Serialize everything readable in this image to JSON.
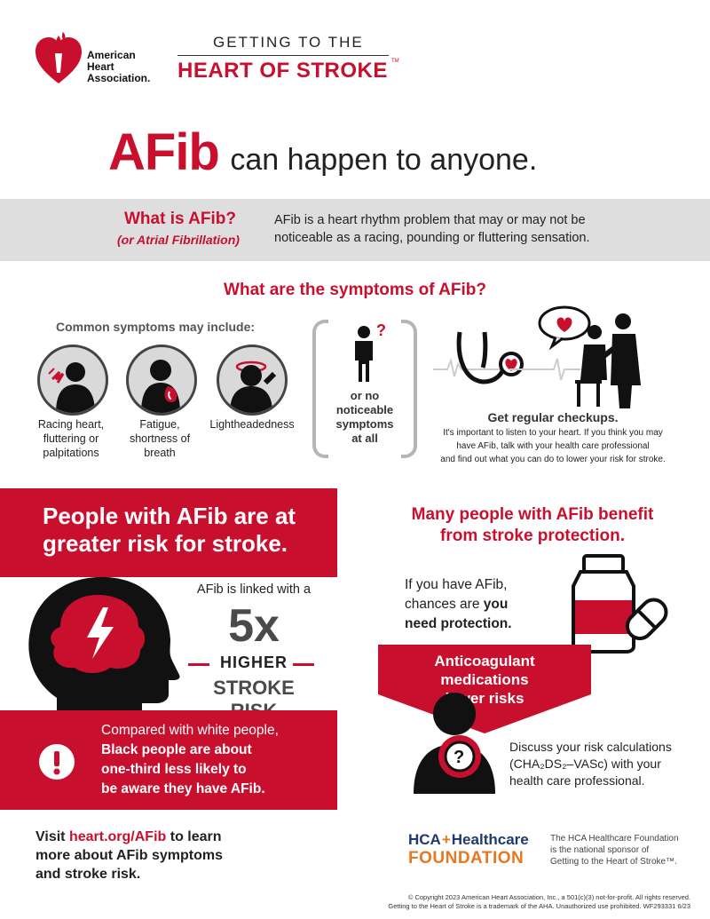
{
  "logo": {
    "org_name": "American Heart Association."
  },
  "campaign": {
    "line1": "GETTING TO THE",
    "line2": "HEART OF STROKE",
    "tm": "TM"
  },
  "headline": {
    "emphasis": "AFib",
    "rest": "can happen to anyone."
  },
  "what_is": {
    "title": "What is AFib?",
    "subtitle": "(or Atrial Fibrillation)",
    "description_line1": "AFib is a heart rhythm problem that may or may not be",
    "description_line2": "noticeable as a racing, pounding or fluttering sensation."
  },
  "symptoms": {
    "title": "What are the symptoms of AFib?",
    "intro": "Common symptoms may include:",
    "items": [
      {
        "label_line1": "Racing heart,",
        "label_line2": "fluttering or",
        "label_line3": "palpitations"
      },
      {
        "label_line1": "Fatigue,",
        "label_line2": "shortness of",
        "label_line3": "breath"
      },
      {
        "label_line1": "Lightheadedness"
      }
    ],
    "none_line1": "or no",
    "none_line2": "noticeable",
    "none_line3": "symptoms",
    "none_line4": "at all"
  },
  "checkups": {
    "title": "Get regular checkups.",
    "line1": "It's important to listen to your heart. If you think you may",
    "line2": "have AFib, talk with your health care professional",
    "line3": "and find out what you can do to lower your risk for stroke."
  },
  "risk": {
    "title_line1": "People with AFib are at",
    "title_line2": "greater risk for stroke.",
    "linked": "AFib is linked with a",
    "multiplier": "5x",
    "higher": "HIGHER",
    "stroke": "STROKE",
    "risk_word": "RISK",
    "compare_line1": "Compared with white people,",
    "compare_line2": "Black people are about",
    "compare_line3": "one-third less likely to",
    "compare_line4": "be aware they have AFib."
  },
  "protection": {
    "title_line1": "Many people with AFib benefit",
    "title_line2": "from stroke protection.",
    "if_line1": "If you have AFib,",
    "if_line2_pre": "chances are ",
    "if_line2_bold": "you",
    "if_line3": "need protection.",
    "arrow_line1": "Anticoagulant",
    "arrow_line2": "medications",
    "arrow_line3": "lower risks",
    "discuss_line1": "Discuss your risk calculations",
    "discuss_line2": "(CHA₂DS₂–VASc) with your",
    "discuss_line3": "health care professional."
  },
  "visit": {
    "pre": "Visit ",
    "link": "heart.org/AFib",
    "post": " to learn",
    "line2": "more about AFib symptoms",
    "line3": "and stroke risk."
  },
  "sponsor": {
    "hca": "HCA",
    "healthcare": "Healthcare",
    "foundation": "FOUNDATION",
    "line1": "The HCA Healthcare Foundation",
    "line2": "is the national sponsor of",
    "line3": "Getting to the Heart of Stroke™."
  },
  "footer": {
    "line1": "© Copyright 2023 American Heart Association, Inc., a 501(c)(3) not-for-profit. All rights reserved.",
    "line2": "Getting to the Heart of Stroke is a trademark of the AHA. Unauthorized use prohibited. WF293331 6/23"
  },
  "colors": {
    "brand_red": "#c8102e",
    "band_grey": "#dedede",
    "dark": "#222222",
    "orange": "#e87722",
    "navy": "#1f3a6e"
  },
  "icons": [
    "heart-torch-logo-icon",
    "racing-heart-icon",
    "fatigue-icon",
    "lightheaded-icon",
    "question-person-icon",
    "stethoscope-icon",
    "doctor-patient-icon",
    "head-brain-icon",
    "exclamation-icon",
    "pill-bottle-icon",
    "person-question-icon"
  ]
}
